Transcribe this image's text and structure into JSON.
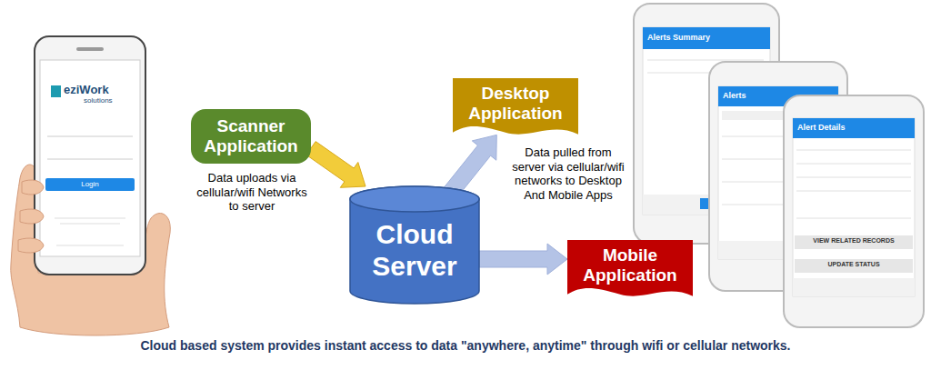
{
  "diagram": {
    "caption": "Cloud based system provides instant access to data \"anywhere, anytime\" through wifi or cellular networks.",
    "nodes": [
      {
        "text": [
          "Scanner Application"
        ]
      },
      {
        "text": [
          "Desktop Application"
        ]
      },
      {
        "text": [
          "Cloud Server"
        ]
      },
      {
        "text": [
          "Mobile Application"
        ]
      }
    ],
    "edges": [
      {
        "from": 0,
        "to": 2,
        "arrow": "to",
        "label": "Data uploads via cellular/wifi Networks to server"
      },
      {
        "from": 2,
        "to": 1,
        "arrow": "to"
      },
      {
        "from": 2,
        "to": 3,
        "arrow": "to"
      }
    ],
    "labels": [
      "eziWork",
      "solutions",
      "Login",
      "Data pulled from server via cellular/wifi networks to Desktop And Mobile Apps",
      "Alerts Summary",
      "Alerts",
      "Alert Details",
      "VIEW RELATED RECORDS",
      "UPDATE STATUS"
    ]
  }
}
